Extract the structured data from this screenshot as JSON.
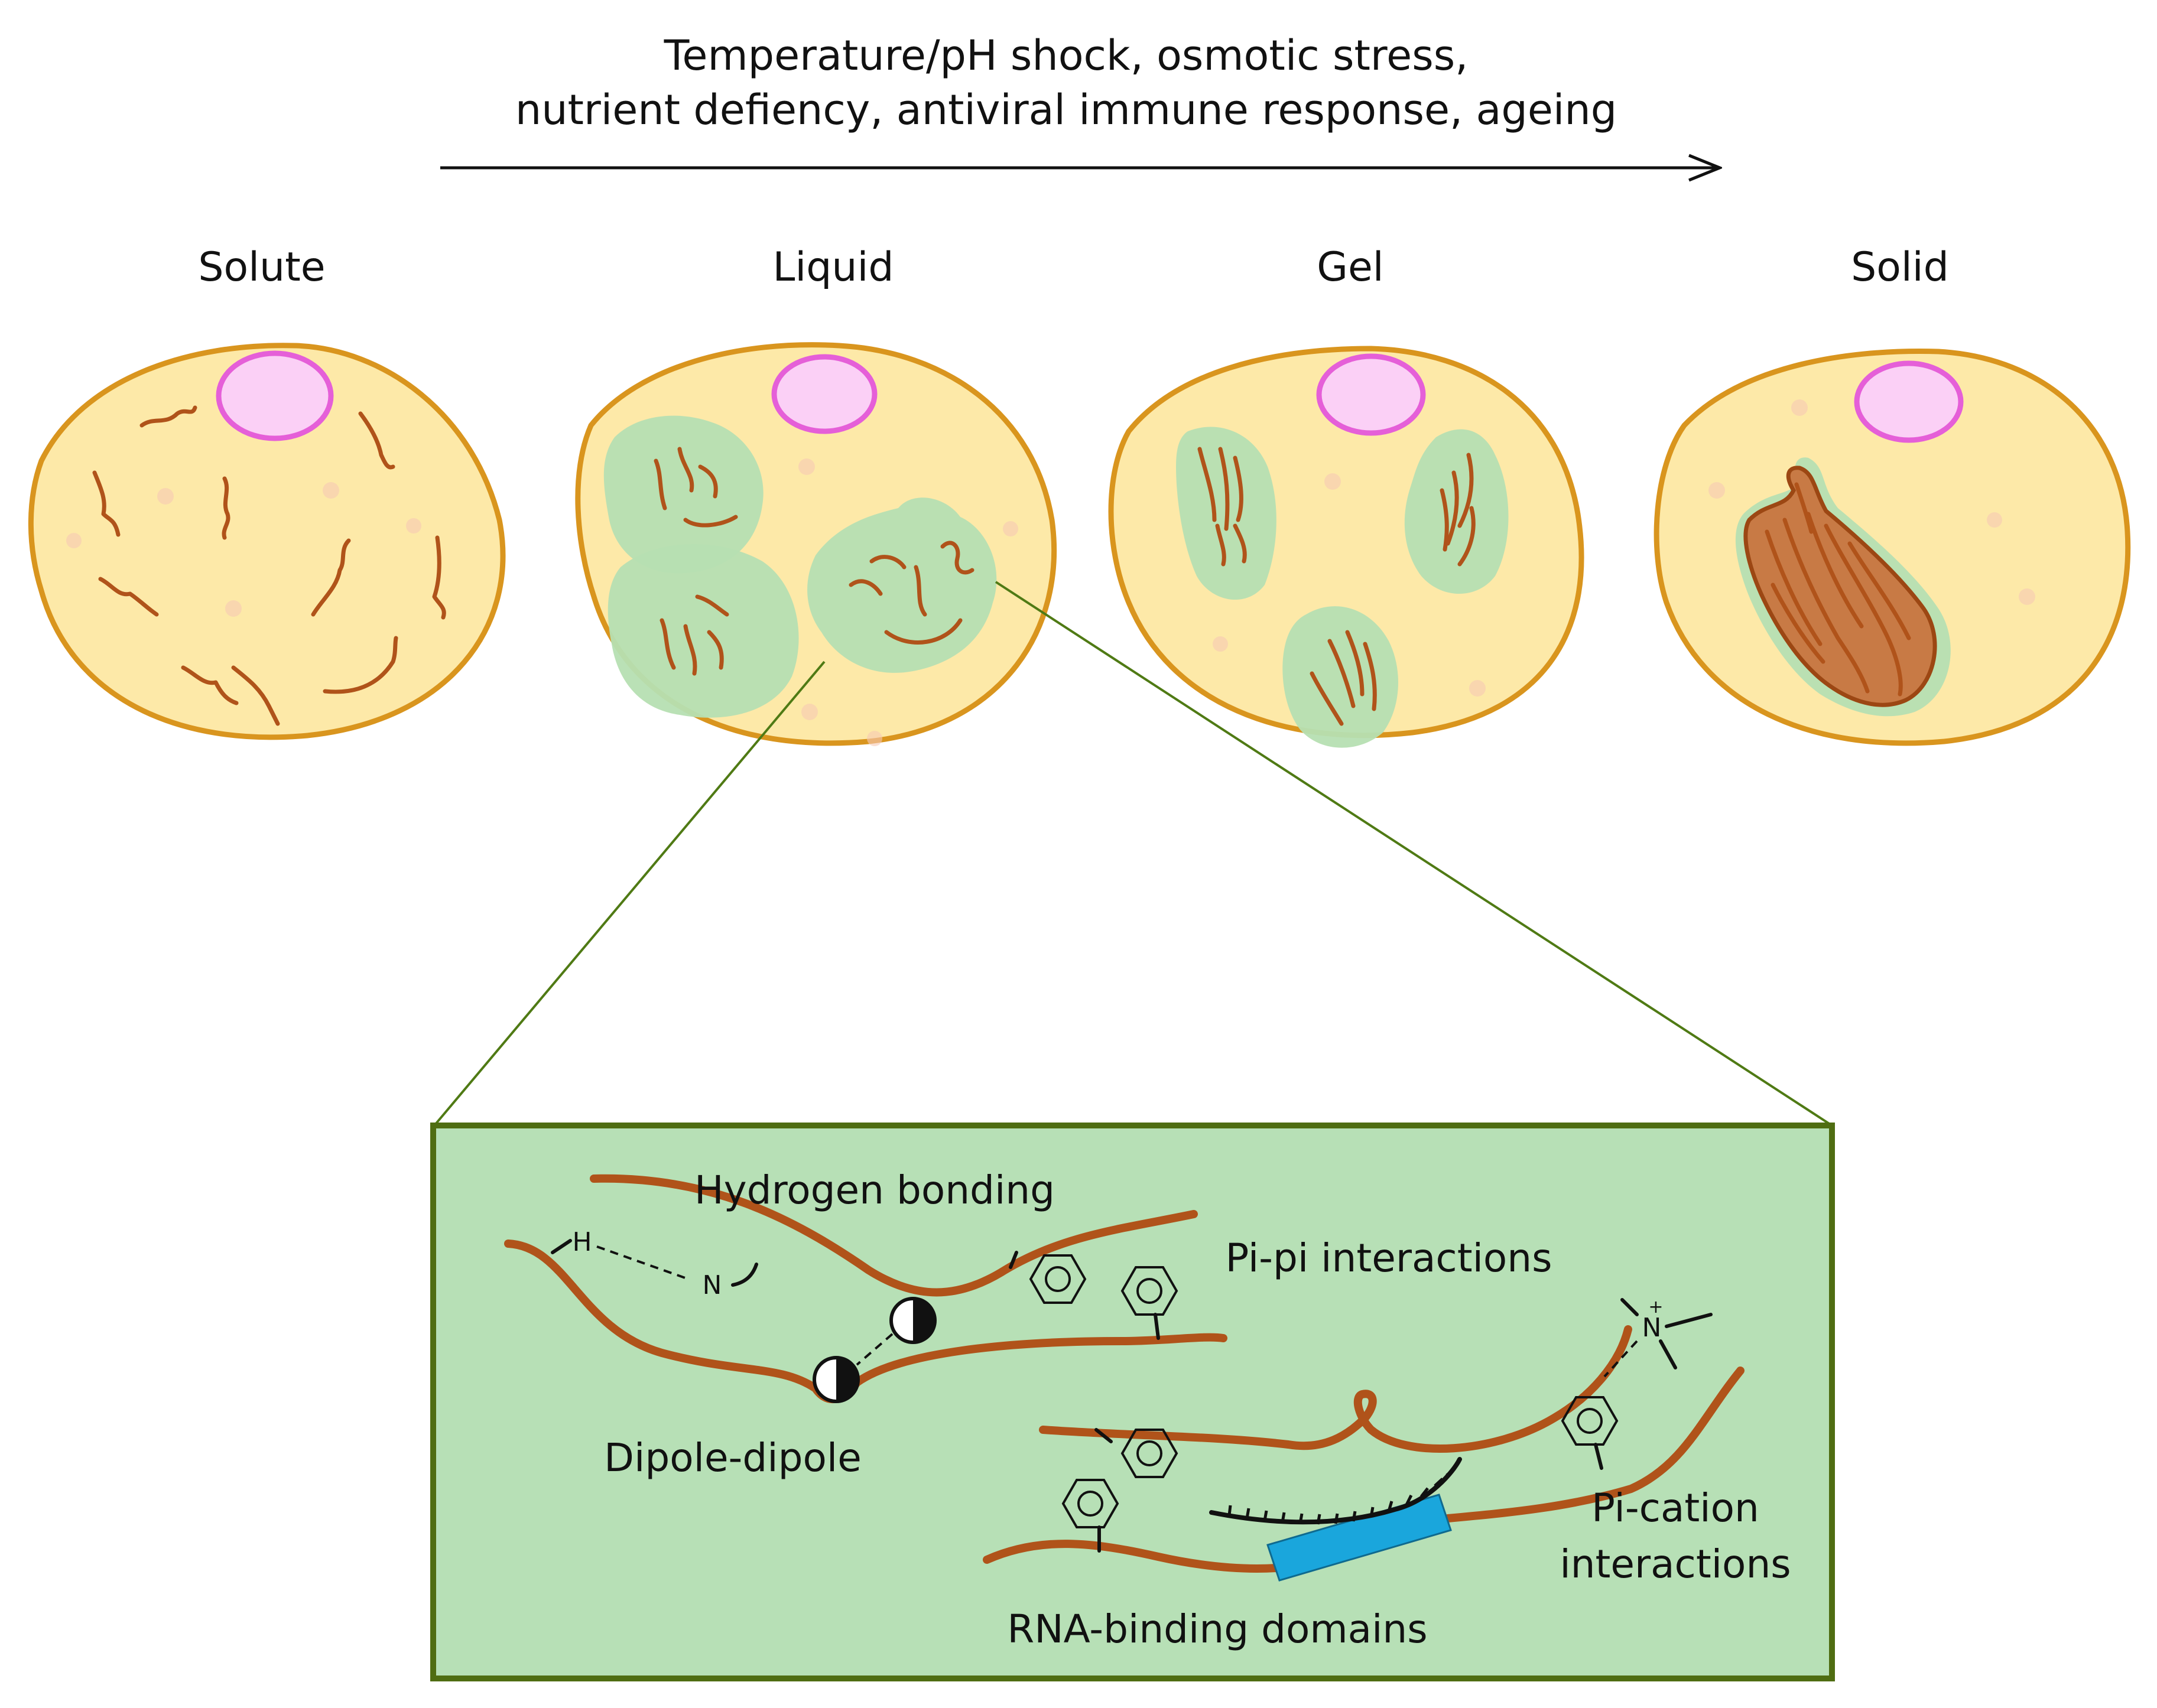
{
  "stress_text": {
    "line1": "Temperature/pH shock, osmotic stress,",
    "line2": "nutrient defiency, antiviral immune response, ageing"
  },
  "phases": {
    "solute": "Solute",
    "liquid": "Liquid",
    "gel": "Gel",
    "solid": "Solid"
  },
  "inset": {
    "hydrogen_bonding": "Hydrogen bonding",
    "pi_pi": "Pi-pi interactions",
    "dipole_dipole": "Dipole-dipole",
    "pi_cation_line1": "Pi-cation",
    "pi_cation_line2": "interactions",
    "rna_binding": "RNA-binding domains"
  },
  "atoms": {
    "hydrogen": "H",
    "nitrogen": "N",
    "nitrogen_cation": "N",
    "charge": "+"
  },
  "colors": {
    "cytoplasm": "#fde9a8",
    "membrane": "#d9951e",
    "nucleus_fill": "#fbd0f6",
    "nucleus_stroke": "#e55fd8",
    "protein_chain": "#b0531a",
    "condensate": "#b6dfb2",
    "solid_aggregate": "#c87a45",
    "inset_background": "#b7e0b6",
    "inset_border": "#4f6d12",
    "rna_binding_domain": "#1aa6dc"
  }
}
